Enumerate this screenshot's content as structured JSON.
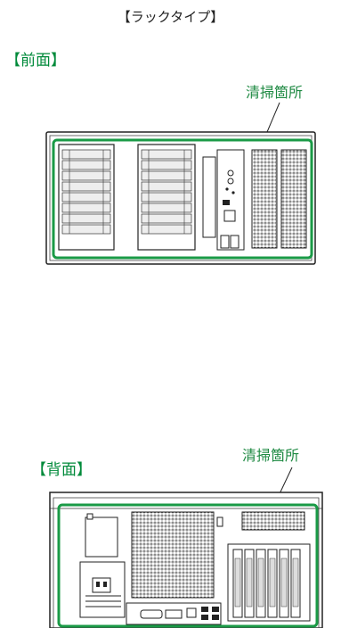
{
  "title": "【ラックタイプ】",
  "front": {
    "label": "【前面】",
    "callout": "清掃箇所"
  },
  "back": {
    "label": "【背面】",
    "callout": "清掃箇所"
  },
  "colors": {
    "highlight": "#1a9a46",
    "label": "#008a3a",
    "device_line": "#222222",
    "device_fill": "#ffffff"
  }
}
